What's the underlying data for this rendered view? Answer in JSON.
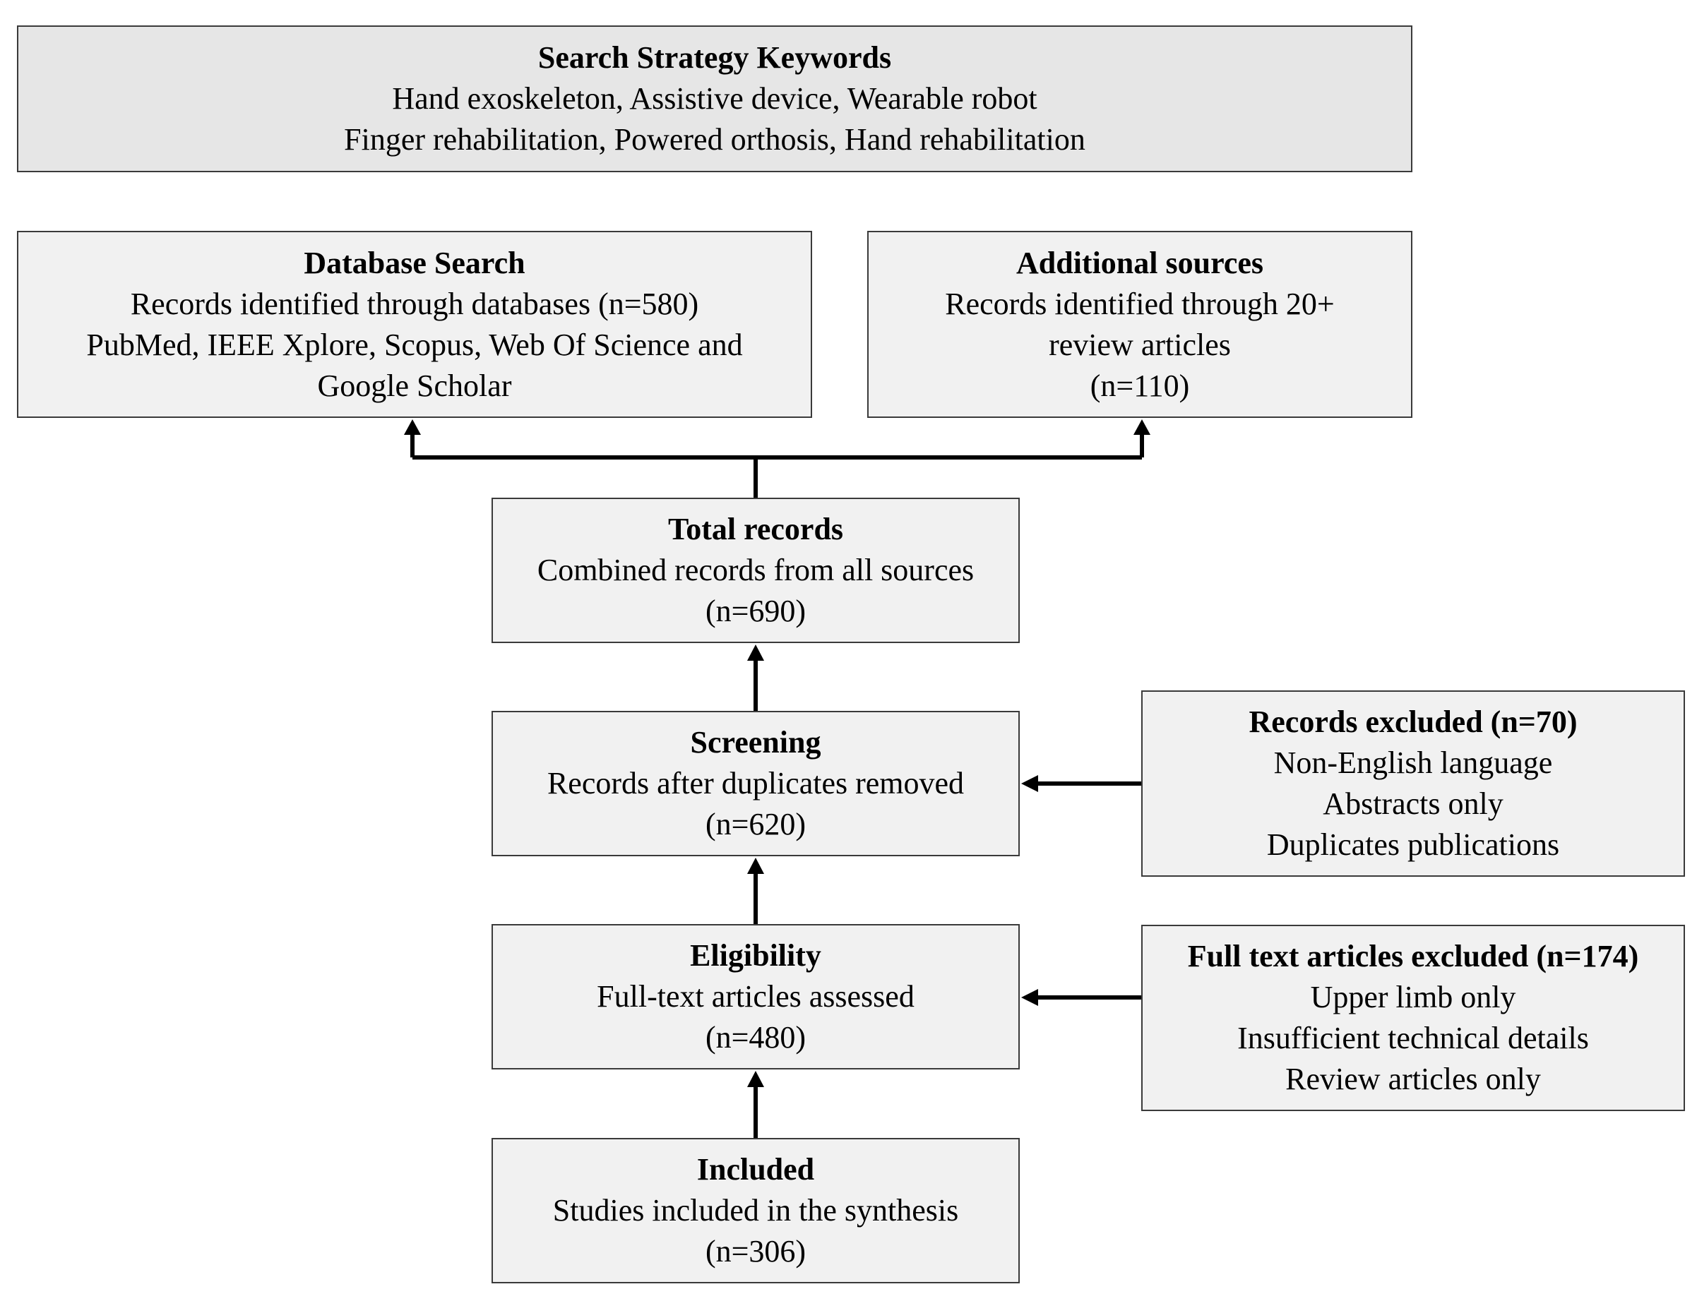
{
  "keywords": {
    "title": "Search Strategy Keywords",
    "lines": [
      "Hand exoskeleton, Assistive device, Wearable robot",
      "Finger rehabilitation, Powered orthosis, Hand rehabilitation"
    ]
  },
  "database_search": {
    "title": "Database Search",
    "lines": [
      "Records identified through databases (n=580)",
      "PubMed, IEEE  Xplore, Scopus, Web Of Science and",
      "Google Scholar"
    ]
  },
  "additional_sources": {
    "title": "Additional sources",
    "lines": [
      "Records identified through 20+",
      "review articles",
      "(n=110)"
    ]
  },
  "total_records": {
    "title": "Total records",
    "lines": [
      "Combined records from all sources",
      "(n=690)"
    ]
  },
  "screening": {
    "title": "Screening",
    "lines": [
      "Records after duplicates removed",
      "(n=620)"
    ]
  },
  "records_excluded": {
    "title": "Records excluded (n=70)",
    "lines": [
      "Non-English language",
      "Abstracts only",
      "Duplicates publications"
    ]
  },
  "eligibility": {
    "title": "Eligibility",
    "lines": [
      "Full-text articles assessed",
      "(n=480)"
    ]
  },
  "fulltext_excluded": {
    "title": "Full text articles excluded (n=174)",
    "lines": [
      "Upper limb only",
      "Insufficient technical details",
      "Review articles only"
    ]
  },
  "included": {
    "title": "Included",
    "lines": [
      "Studies included in the synthesis",
      "(n=306)"
    ]
  },
  "colors": {
    "box_fill": "#f1f1f1",
    "top_box_fill": "#e6e6e6",
    "border": "#3a3a3a",
    "arrow": "#000000"
  }
}
